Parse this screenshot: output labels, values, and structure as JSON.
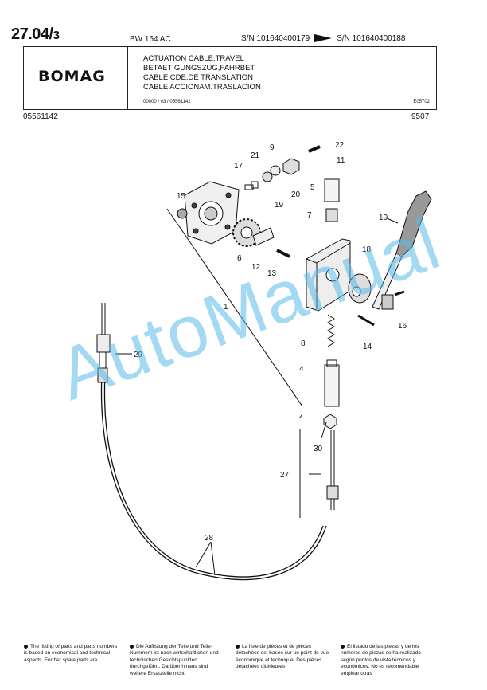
{
  "header": {
    "page_no_main": "27.04/",
    "page_no_sub": "3",
    "model": "BW 164 AC",
    "serial_from": "S/N 101640400179",
    "serial_to": "S/N 101640400188",
    "brand": "BOMAG",
    "titles": [
      "ACTUATION CABLE,TRAVEL",
      "BETAETIGUNGSZUG,FAHRBET.",
      "CABLE CDE.DE TRANSLATION",
      "CABLE ACCIONAM.TRASLACION"
    ],
    "reference": "00000 / 03 / 05561142",
    "drawing_code": "E05702",
    "part_number": "05561142",
    "date_code": "9507"
  },
  "callouts": [
    "22",
    "9",
    "21",
    "11",
    "17",
    "5",
    "15",
    "20",
    "19",
    "7",
    "10",
    "6",
    "12",
    "13",
    "18",
    "1",
    "16",
    "14",
    "8",
    "4",
    "29",
    "30",
    "27",
    "28"
  ],
  "watermark": "AutoManual",
  "footer": [
    "The listing of parts and parts numbers is based on economical and technical aspects. Further spare parts are",
    "Die Auflistung der Teile und Teile-Nummern ist nach wirtschaftlichen und technischen Gesichtspunkten durchgeführt. Darüber hinaus sind weitere Ersatzteile nicht",
    "La liste de pièces et de pièces détachées est basée sur un point de vue économique et technique. Des pièces détachées ultérieures",
    "El listado de las piezas y de los números de piezas se ha realizado según puntos de vista técnicos y económicos. No es recomendable emplear otras"
  ]
}
